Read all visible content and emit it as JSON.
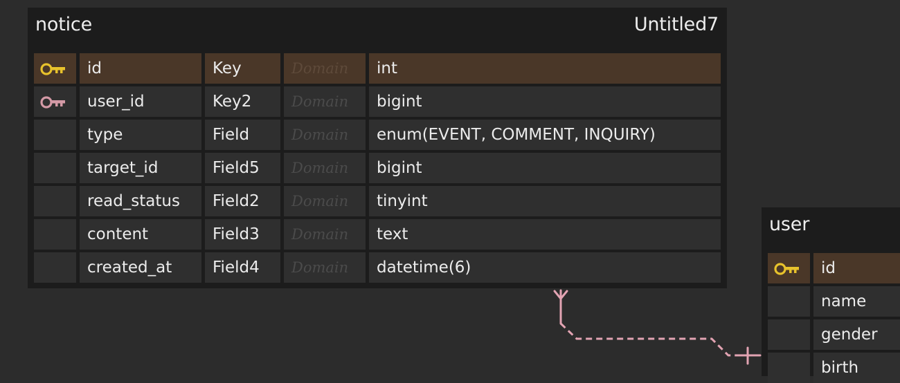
{
  "entities": {
    "notice": {
      "name": "notice",
      "schema": "Untitled7",
      "rows": [
        {
          "key": "primary",
          "name": "id",
          "kind": "Key",
          "domain": "Domain",
          "type": "int"
        },
        {
          "key": "foreign",
          "name": "user_id",
          "kind": "Key2",
          "domain": "Domain",
          "type": "bigint"
        },
        {
          "key": "none",
          "name": "type",
          "kind": "Field",
          "domain": "Domain",
          "type": "enum(EVENT, COMMENT, INQUIRY)"
        },
        {
          "key": "none",
          "name": "target_id",
          "kind": "Field5",
          "domain": "Domain",
          "type": "bigint"
        },
        {
          "key": "none",
          "name": "read_status",
          "kind": "Field2",
          "domain": "Domain",
          "type": "tinyint"
        },
        {
          "key": "none",
          "name": "content",
          "kind": "Field3",
          "domain": "Domain",
          "type": "text"
        },
        {
          "key": "none",
          "name": "created_at",
          "kind": "Field4",
          "domain": "Domain",
          "type": "datetime(6)"
        }
      ]
    },
    "user": {
      "name": "user",
      "rows": [
        {
          "key": "primary",
          "name": "id"
        },
        {
          "key": "none",
          "name": "name"
        },
        {
          "key": "none",
          "name": "gender"
        },
        {
          "key": "none",
          "name": "birth"
        }
      ]
    }
  },
  "relationship": {
    "from": "notice",
    "to": "user",
    "style": "dashed",
    "from_end": "many",
    "to_end": "one"
  },
  "colors": {
    "canvas": "#2c2c2c",
    "table_bg": "#1c1c1c",
    "cell_bg": "#2f2f2f",
    "pk_row_bg": "#4a3728",
    "primary_key_icon": "#e8c22c",
    "foreign_key_icon": "#d49aa6",
    "connector": "#e3a4b3"
  },
  "icons": {
    "primary": "key-icon",
    "foreign": "foreign-key-icon"
  }
}
